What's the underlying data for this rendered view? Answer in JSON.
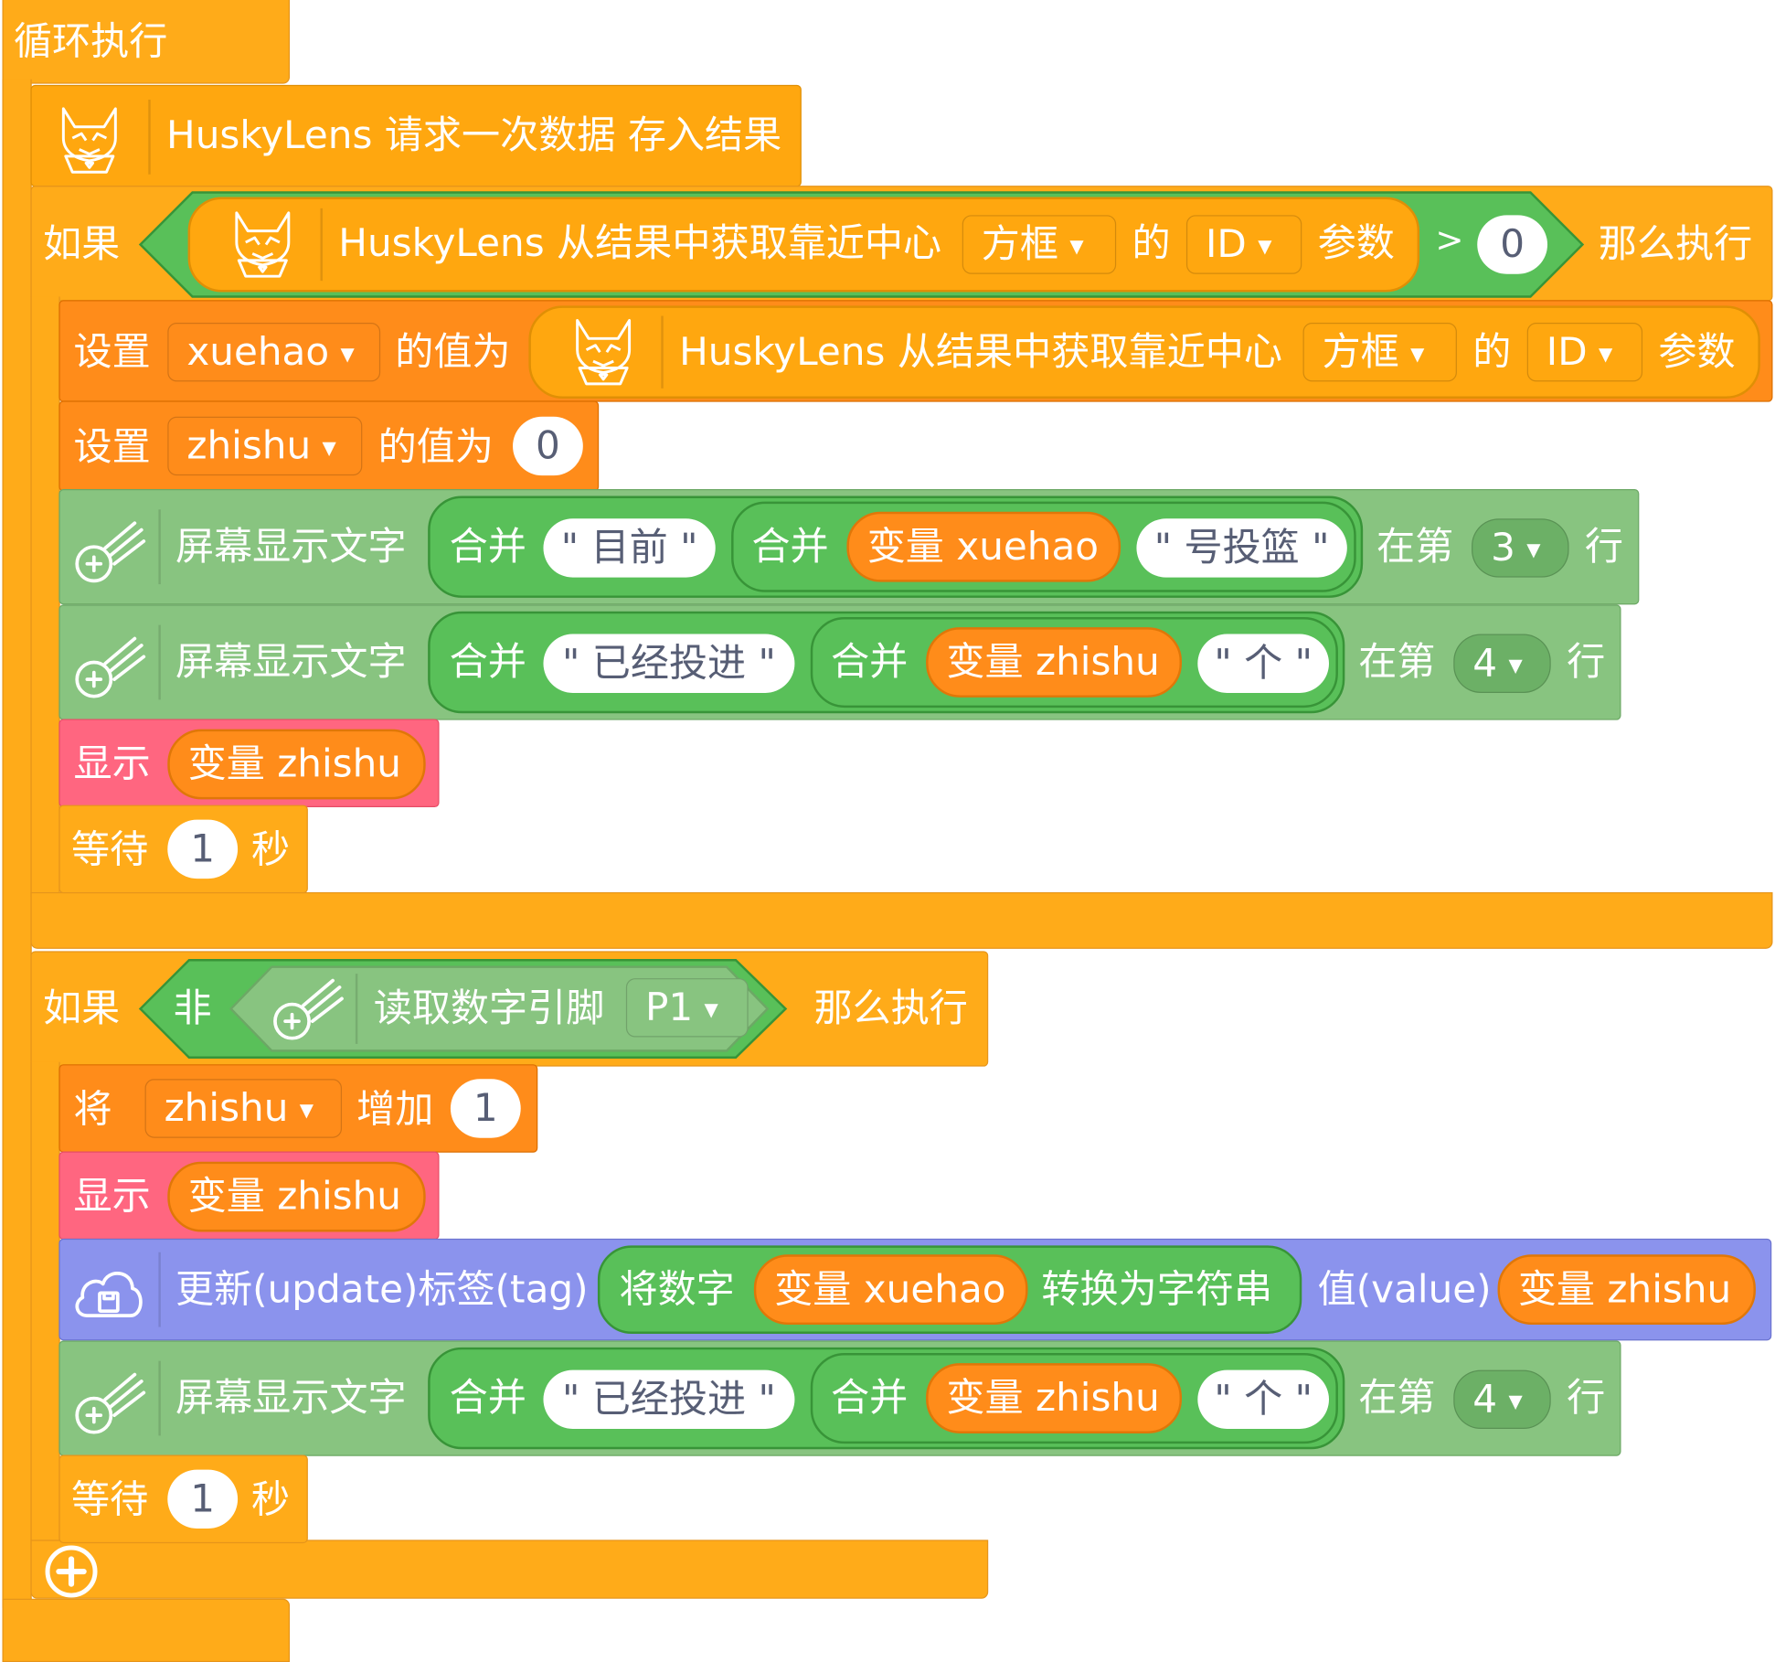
{
  "forever": {
    "label": "循环执行"
  },
  "husky_request": {
    "text": "HuskyLens 请求一次数据 存入结果"
  },
  "if1": {
    "if_label": "如果",
    "then_label": "那么执行",
    "getter": {
      "text": "HuskyLens 从结果中获取靠近中心",
      "type": "方框",
      "of": "的",
      "param": "ID",
      "suffix": "参数"
    },
    "op": ">",
    "compare": "0"
  },
  "set_xuehao": {
    "set": "设置",
    "var": "xuehao",
    "to": "的值为",
    "getter": {
      "text": "HuskyLens 从结果中获取靠近中心",
      "type": "方框",
      "of": "的",
      "param": "ID",
      "suffix": "参数"
    }
  },
  "set_zhishu": {
    "set": "设置",
    "var": "zhishu",
    "to": "的值为",
    "value": "0"
  },
  "oled1": {
    "label": "屏幕显示文字",
    "join": "合并",
    "str1": "\" 目前 \"",
    "join2": "合并",
    "var": "变量 xuehao",
    "str2": "\" 号投篮 \"",
    "at": "在第",
    "line": "3",
    "row": "行"
  },
  "oled2": {
    "label": "屏幕显示文字",
    "join": "合并",
    "str1": "\" 已经投进 \"",
    "join2": "合并",
    "var": "变量 zhishu",
    "str2": "\" 个 \"",
    "at": "在第",
    "line": "4",
    "row": "行"
  },
  "show1": {
    "label": "显示",
    "var": "变量 zhishu"
  },
  "wait1": {
    "label": "等待",
    "value": "1",
    "unit": "秒"
  },
  "if2": {
    "if_label": "如果",
    "not": "非",
    "read": "读取数字引脚",
    "pin": "P1",
    "then_label": "那么执行"
  },
  "inc": {
    "label": "将",
    "var": "zhishu",
    "add": "增加",
    "value": "1"
  },
  "show2": {
    "label": "显示",
    "var": "变量 zhishu"
  },
  "iot": {
    "label": "更新(update)标签(tag)",
    "conv": "将数字",
    "var": "变量 xuehao",
    "to_str": "转换为字符串",
    "value_label": "值(value)",
    "value_var": "变量 zhishu"
  },
  "oled3": {
    "label": "屏幕显示文字",
    "join": "合并",
    "str1": "\" 已经投进 \"",
    "join2": "合并",
    "var": "变量 zhishu",
    "str2": "\" 个 \"",
    "at": "在第",
    "line": "4",
    "row": "行"
  },
  "wait2": {
    "label": "等待",
    "value": "1",
    "unit": "秒"
  },
  "icons": {
    "husky": "huskylens-fox-icon",
    "oled": "display-waves-icon",
    "iot": "cloud-save-icon",
    "add": "plus-circle-icon"
  },
  "colors": {
    "control": "#FFAB19",
    "husky": "#FFA70F",
    "variable": "#FF8C1A",
    "display": "#88C480",
    "looks": "#FF6680",
    "iot": "#8B93ED",
    "operator": "#59C059"
  }
}
